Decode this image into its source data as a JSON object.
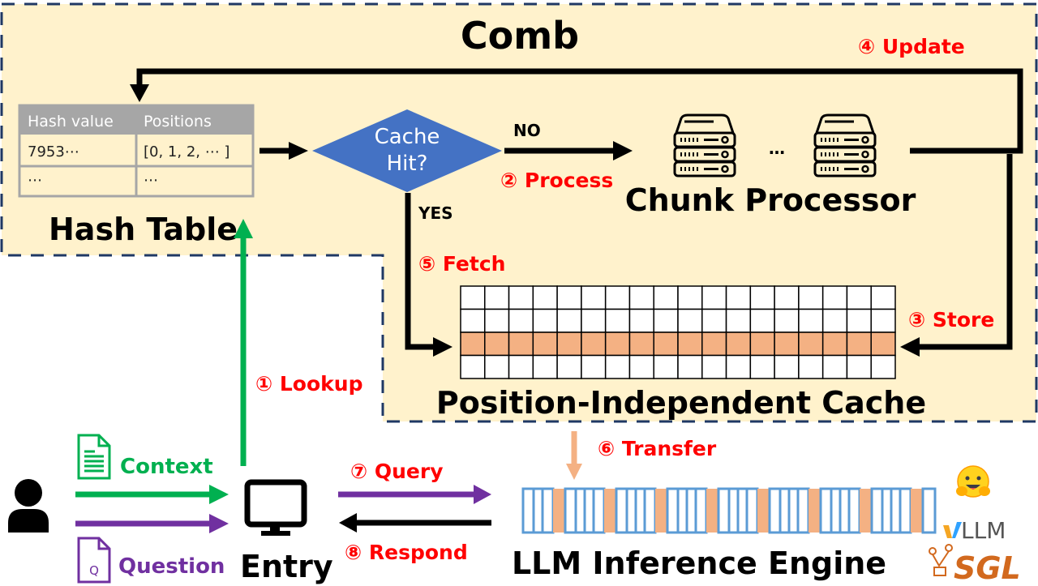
{
  "system": {
    "title": "Comb",
    "colors": {
      "region_fill": "#fff2cc",
      "region_border": "#1f3864",
      "step_text": "#ff0000",
      "context": "#00b050",
      "question": "#7030a0",
      "decision": "#4472c4",
      "cache_highlight": "#f4b183",
      "engine_block": "#5b9bd5",
      "table_header": "#a6a6a6"
    }
  },
  "hash_table": {
    "label": "Hash Table",
    "headers": [
      "Hash value",
      "Positions"
    ],
    "rows": [
      [
        "7953⋯",
        "[0, 1, 2, ⋯ ]"
      ],
      [
        "⋯",
        "⋯"
      ]
    ]
  },
  "decision": {
    "line1": "Cache",
    "line2": "Hit?",
    "no_label": "NO",
    "yes_label": "YES"
  },
  "chunk_processor": {
    "label": "Chunk Processor",
    "ellipsis": "…",
    "server_count": 2
  },
  "cache": {
    "label": "Position-Independent Cache",
    "columns": 18,
    "rows": 4,
    "highlighted_row": 3
  },
  "steps": {
    "lookup": "① Lookup",
    "process": "② Process",
    "store": "③ Store",
    "update": "④ Update",
    "fetch": "⑤ Fetch",
    "transfer": "⑥ Transfer",
    "query": "⑦ Query",
    "respond": "⑧ Respond"
  },
  "user": {
    "context_label": "Context",
    "question_label": "Question",
    "question_icon_letter": "Q"
  },
  "entry": {
    "label": "Entry"
  },
  "engine": {
    "label": "LLM Inference Engine",
    "blocks": [
      3,
      4,
      4,
      4,
      4,
      4,
      4,
      4,
      1
    ]
  },
  "logos": {
    "hf": "hugging-face-emoji",
    "vllm_prefix": "v",
    "vllm_text": "LLM",
    "sgl_text": "SGL"
  }
}
